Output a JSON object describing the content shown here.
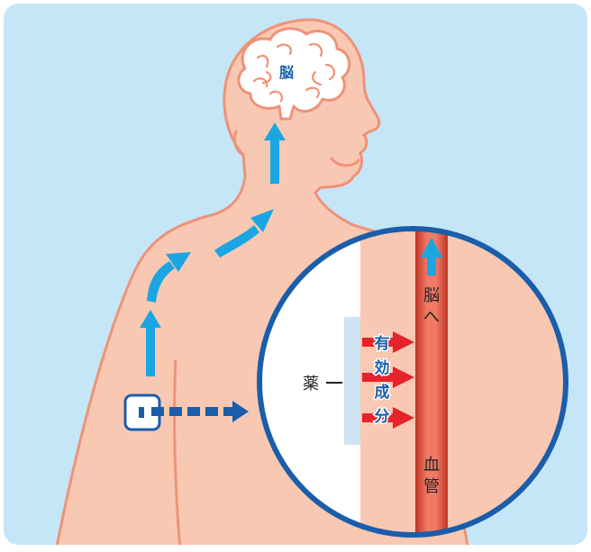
{
  "labels": {
    "brain": "脳",
    "medicine": "薬",
    "to_brain": "脳へ",
    "blood_vessel": "血管",
    "active_ingredient": [
      "有",
      "効",
      "成",
      "分"
    ]
  },
  "colors": {
    "background": "#c5e6f7",
    "skin": "#f9c8b3",
    "skin_outline": "#ef9278",
    "brain_fill": "#ffffff",
    "brain_outline": "#ef9278",
    "flow_arrow": "#1aa6e3",
    "dashed_arrow": "#1a5eab",
    "circle_border": "#1a5eab",
    "vessel": "#e8553f",
    "vessel_outline": "#c43a2a",
    "ingredient_arrow": "#e4242a",
    "patch": "#cfe4f3",
    "ingredient_text": "#1a5eab"
  },
  "icons": {
    "patch": "patch-icon",
    "brain": "brain-icon"
  }
}
